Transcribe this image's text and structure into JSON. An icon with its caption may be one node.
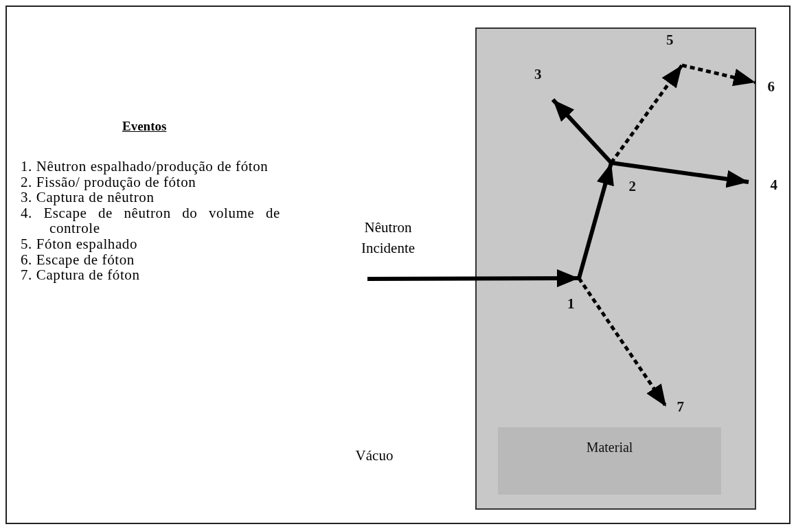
{
  "diagram": {
    "nodes": [
      {
        "text": [],
        "shape": "box"
      },
      {
        "text": [
          "Material"
        ],
        "in": 0
      },
      {
        "text": [
          "1"
        ],
        "in": 0
      },
      {
        "text": [
          "2"
        ],
        "in": 0
      },
      {
        "text": [
          "3"
        ],
        "in": 0
      },
      {
        "text": [
          "4"
        ]
      },
      {
        "text": [
          "5"
        ],
        "in": 0
      },
      {
        "text": [
          "6"
        ]
      },
      {
        "text": [
          "7"
        ],
        "in": 0
      }
    ],
    "edges": [
      {
        "from": null,
        "to": 2,
        "arrow": "to"
      },
      {
        "from": 2,
        "to": 3,
        "arrow": "to"
      },
      {
        "from": 3,
        "to": 4,
        "arrow": "to"
      },
      {
        "from": 3,
        "to": 6,
        "arrow": "to",
        "style": "dashed"
      },
      {
        "from": 6,
        "to": 7,
        "arrow": "to",
        "style": "dashed"
      },
      {
        "from": 3,
        "to": 5,
        "arrow": "to"
      },
      {
        "from": 2,
        "to": 8,
        "arrow": "to",
        "style": "dashed"
      }
    ],
    "labels": [
      "Eventos",
      "1. Nêutron espalhado/produção de fóton",
      "2. Fissão/ produção de fóton",
      "3. Captura de nêutron",
      "4. Escape de nêutron do volume de controle",
      "5. Fóton espalhado",
      "6. Escape de fóton",
      "7. Captura de fóton",
      "Nêutron Incidente",
      "Vácuo"
    ]
  }
}
